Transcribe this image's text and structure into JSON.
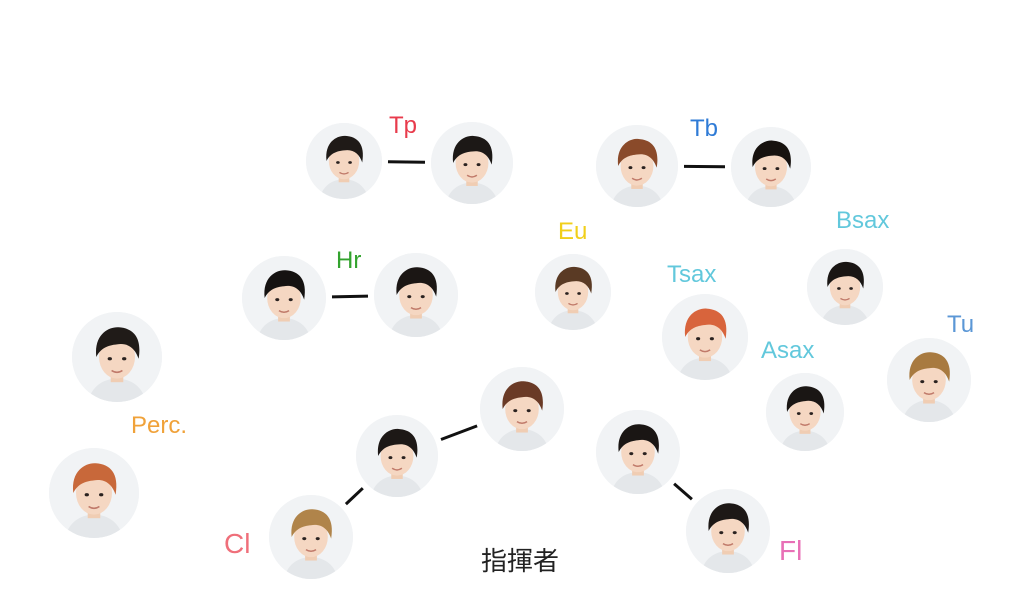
{
  "colors": {
    "tp": "#e83b4c",
    "tb": "#2f7bd6",
    "eu": "#f1cf1a",
    "hr": "#33a32e",
    "bsax": "#62c8dc",
    "tsax": "#62c8dc",
    "asax": "#62c8dc",
    "tu": "#5b97d6",
    "perc": "#f0a23a",
    "cl": "#ef6f7a",
    "fl": "#e870b6",
    "link": "#111111"
  },
  "sections": {
    "tp": "Tp",
    "tb": "Tb",
    "eu": "Eu",
    "hr": "Hr",
    "bsax": "Bsax",
    "tsax": "Tsax",
    "asax": "Asax",
    "tu": "Tu",
    "perc": "Perc.",
    "cl": "Cl",
    "fl": "Fl"
  },
  "conductor_label": "指揮者",
  "members": [
    {
      "id": "tp1",
      "section": "tp",
      "hair": "#1f1a17"
    },
    {
      "id": "tp2",
      "section": "tp",
      "hair": "#1c1816"
    },
    {
      "id": "tb1",
      "section": "tb",
      "hair": "#8a4a2a"
    },
    {
      "id": "tb2",
      "section": "tb",
      "hair": "#17120f"
    },
    {
      "id": "eu1",
      "section": "eu",
      "hair": "#5a3a24"
    },
    {
      "id": "hr1",
      "section": "hr",
      "hair": "#151211"
    },
    {
      "id": "hr2",
      "section": "hr",
      "hair": "#1b1614"
    },
    {
      "id": "bsax1",
      "section": "bsax",
      "hair": "#1a1614"
    },
    {
      "id": "tsax1",
      "section": "tsax",
      "hair": "#d8643c"
    },
    {
      "id": "asax1",
      "section": "asax",
      "hair": "#1a1614"
    },
    {
      "id": "tu1",
      "section": "tu",
      "hair": "#a87a40"
    },
    {
      "id": "perc1",
      "section": "perc",
      "hair": "#201b18"
    },
    {
      "id": "perc2",
      "section": "perc",
      "hair": "#c8683a"
    },
    {
      "id": "cl1",
      "section": "cl",
      "hair": "#1d1816"
    },
    {
      "id": "cl2",
      "section": "cl",
      "hair": "#6a3a26"
    },
    {
      "id": "cl3",
      "section": "cl",
      "hair": "#b0844a"
    },
    {
      "id": "fl1",
      "section": "fl",
      "hair": "#1a1614"
    },
    {
      "id": "fl2",
      "section": "fl",
      "hair": "#1d1816"
    }
  ],
  "links": [
    [
      "tp1",
      "tp2"
    ],
    [
      "tb1",
      "tb2"
    ],
    [
      "hr1",
      "hr2"
    ],
    [
      "cl1",
      "cl2"
    ],
    [
      "cl1",
      "cl3"
    ],
    [
      "fl1",
      "fl2"
    ]
  ]
}
